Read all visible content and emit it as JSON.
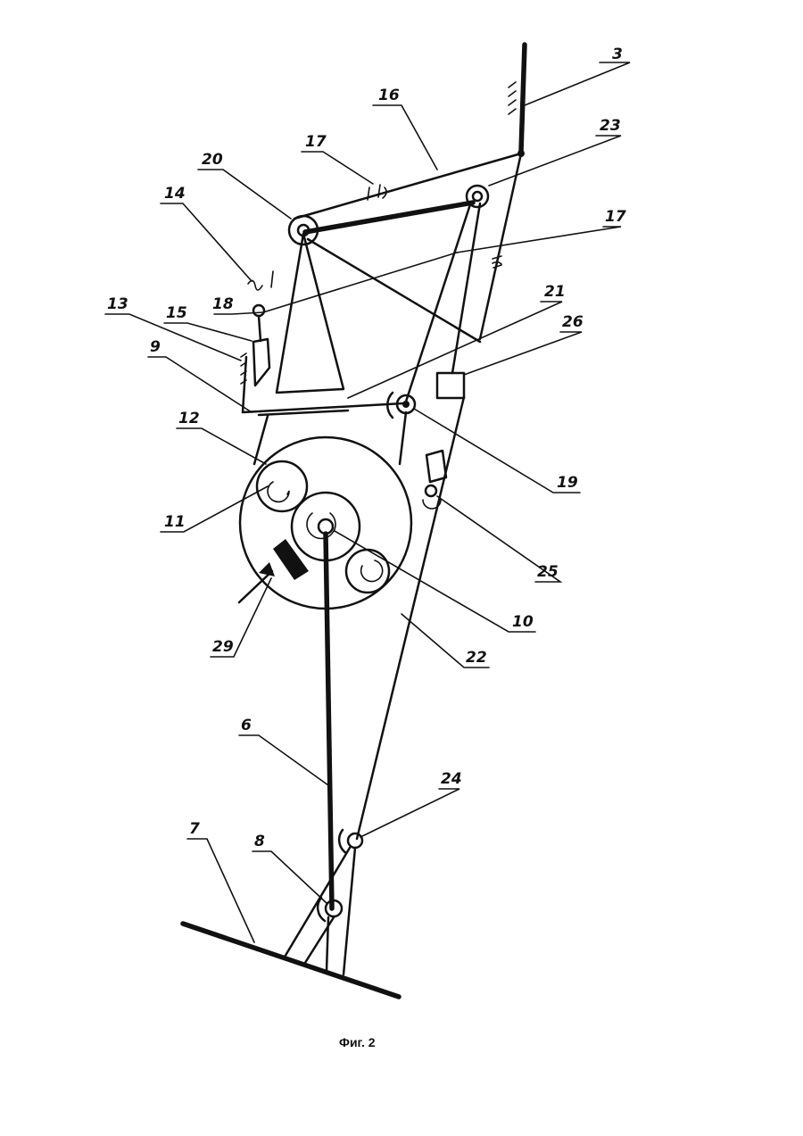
{
  "caption": "Фиг. 2",
  "labels": [
    "3",
    "16",
    "23",
    "17",
    "20",
    "14",
    "17",
    "21",
    "26",
    "18",
    "13",
    "15",
    "9",
    "12",
    "19",
    "11",
    "25",
    "10",
    "22",
    "29",
    "6",
    "24",
    "7",
    "8"
  ]
}
